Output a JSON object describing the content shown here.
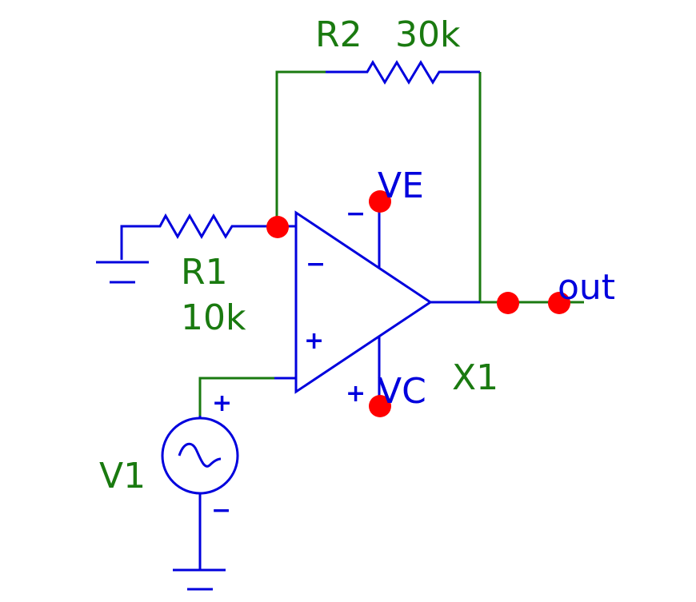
{
  "colors": {
    "wire_green": "#1a7a10",
    "wire_blue": "#0000dd",
    "node_red": "#ff0000",
    "label_green": "#1a7a10",
    "label_blue": "#0000dd"
  },
  "components": {
    "r2": {
      "ref": "R2",
      "value": "30k"
    },
    "r1": {
      "ref": "R1",
      "value": "10k"
    },
    "v1": {
      "ref": "V1",
      "plus": "+",
      "minus": "−"
    },
    "x1": {
      "ref": "X1",
      "inv": "−",
      "noninv": "+"
    }
  },
  "nets": {
    "ve": {
      "label": "VE",
      "sign": "−"
    },
    "vc": {
      "label": "VC",
      "sign": "+"
    },
    "out": {
      "label": "out"
    }
  }
}
